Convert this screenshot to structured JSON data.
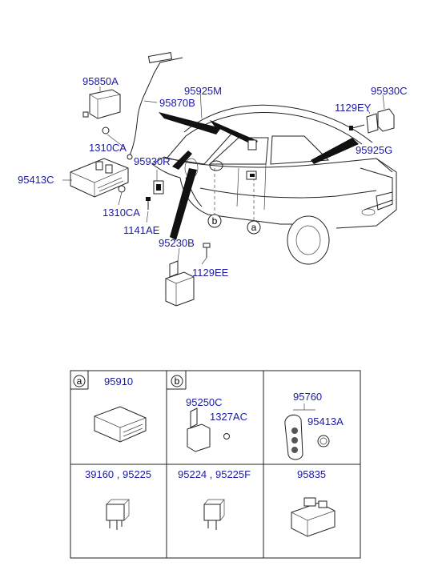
{
  "callouts": {
    "p95850A": "95850A",
    "p95870B": "95870B",
    "p95925M": "95925M",
    "p95930C": "95930C",
    "p1129EY": "1129EY",
    "p1310CA_top": "1310CA",
    "p95925G": "95925G",
    "p95930R": "95930R",
    "p95413C": "95413C",
    "p1310CA_bottom": "1310CA",
    "p1141AE": "1141AE",
    "p95230B": "95230B",
    "p1129EE": "1129EE",
    "ref_b": "b",
    "ref_a": "a"
  },
  "table": {
    "row1": {
      "a_marker": "a",
      "a_part": "95910",
      "b_marker": "b",
      "b_part1": "95250C",
      "b_part2": "1327AC",
      "c_part1": "95760",
      "c_part2": "95413A"
    },
    "row2": {
      "col1": "39160 , 95225",
      "col2": "95224 , 95225F",
      "col3": "95835"
    }
  }
}
